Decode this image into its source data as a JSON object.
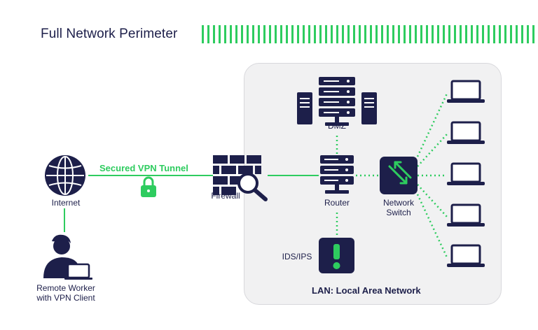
{
  "header": {
    "title": "Full Network Perimeter"
  },
  "nodes": {
    "internet": "Internet",
    "remote_worker_line1": "Remote Worker",
    "remote_worker_line2": "with VPN Client",
    "firewall": "Firewall",
    "dmz": "DMZ",
    "router": "Router",
    "switch_line1": "Network",
    "switch_line2": "Switch",
    "ids": "IDS/IPS"
  },
  "links": {
    "vpn_tunnel": "Secured VPN Tunnel"
  },
  "zones": {
    "lan": "LAN: Local Area Network"
  },
  "colors": {
    "navy": "#1d1f4a",
    "green": "#2ecc5f",
    "panel": "#f1f1f2"
  },
  "icons": [
    "globe-icon",
    "person-icon",
    "laptop-icon",
    "firewall-icon",
    "magnifier-icon",
    "server-icon",
    "switch-icon",
    "alert-icon",
    "lock-icon"
  ]
}
